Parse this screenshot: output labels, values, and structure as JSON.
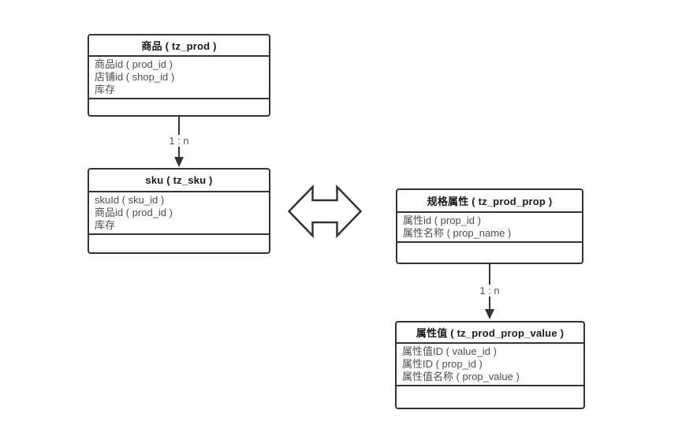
{
  "diagram": {
    "entities": [
      {
        "id": "prod",
        "title": "商品 ( tz_prod )",
        "fields": [
          "商品id ( prod_id )",
          "店铺id ( shop_id )",
          "库存"
        ]
      },
      {
        "id": "sku",
        "title": "sku ( tz_sku )",
        "fields": [
          "skuId ( sku_id )",
          "商品id ( prod_id )",
          "库存"
        ]
      },
      {
        "id": "prod_prop",
        "title": "规格属性 ( tz_prod_prop )",
        "fields": [
          "属性id ( prop_id )",
          "属性名称 ( prop_name )"
        ]
      },
      {
        "id": "prod_prop_value",
        "title": "属性值 ( tz_prod_prop_value )",
        "fields": [
          "属性值ID ( value_id )",
          "属性ID ( prop_id )",
          "属性值名称 ( prop_value )"
        ]
      }
    ],
    "connectors": [
      {
        "from": "prod",
        "to": "sku",
        "label": "1 : n"
      },
      {
        "from": "prod_prop",
        "to": "prod_prop_value",
        "label": "1 : n"
      }
    ],
    "colors": {
      "background": "#ffffff",
      "border": "#333333",
      "title_text": "#1a1a1a",
      "field_text": "#4d4d4d",
      "label_text": "#555555"
    }
  }
}
